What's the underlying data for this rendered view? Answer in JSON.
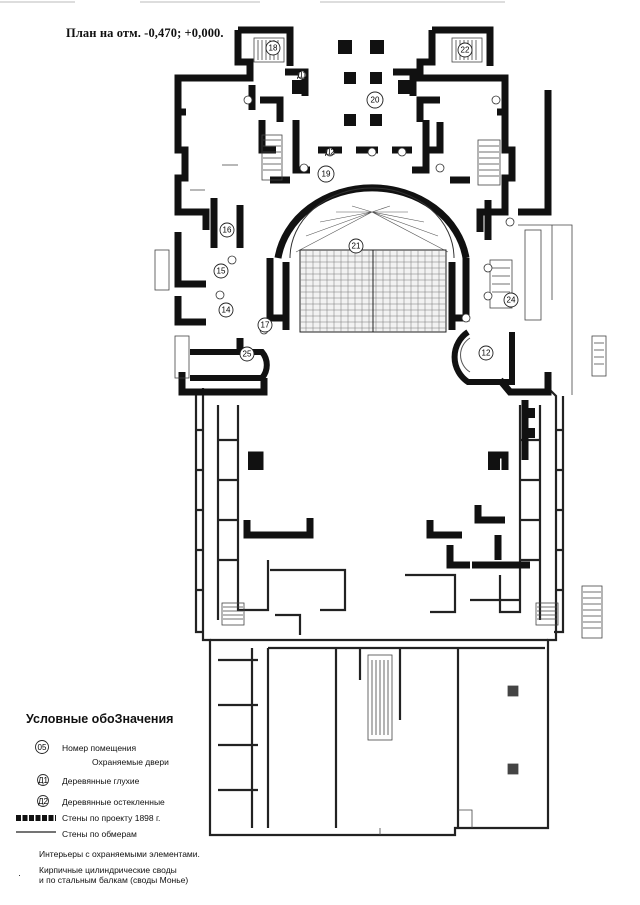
{
  "title": "План на отм. -0,470; +0,000.",
  "rooms": [
    "18",
    "22",
    "20",
    "19",
    "21",
    "16",
    "15",
    "14",
    "17",
    "25",
    "24",
    "12"
  ],
  "door_tags": [
    "Д1",
    "Д2"
  ],
  "legend": {
    "title": "Условные обоЗначения",
    "room_symbol": "05",
    "room_number": "Номер помещения",
    "protected_doors": "Охраняемые двери",
    "wooden_blind_symbol": "Д1",
    "wooden_blind": "Деревянные глухие",
    "wooden_glazed_symbol": "Д2",
    "wooden_glazed": "Деревянные остекленные",
    "walls_project": "Стены по проекту 1898 г.",
    "walls_measured": "Стены по обмерам",
    "interiors": "Интерьеры с охраняемыми элементами.",
    "vaults_line1": "Кирпичные цилиндрические своды",
    "vaults_line2": "и по стальным балкам (своды Монье)"
  }
}
